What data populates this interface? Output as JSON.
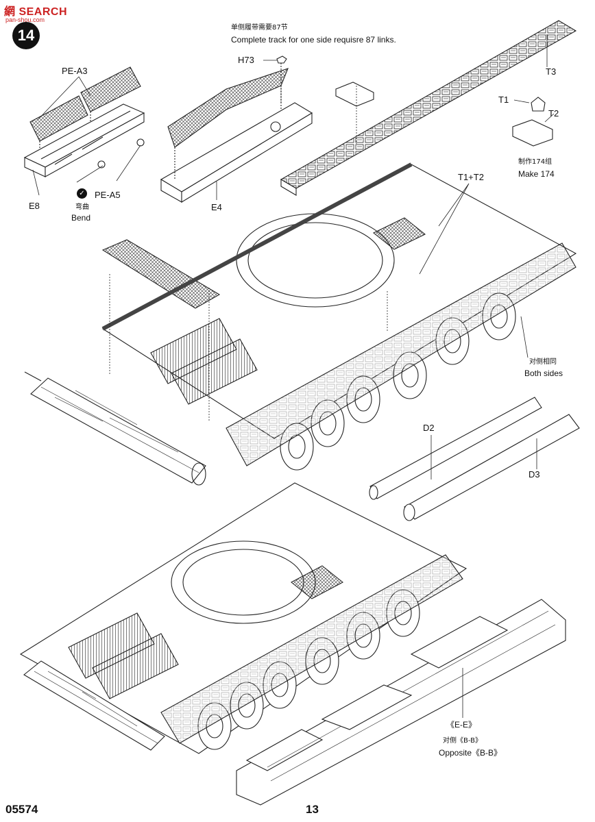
{
  "watermark": {
    "line1": "網 SEARCH",
    "line2": "pan-shou.com"
  },
  "step_number": "14",
  "track_note": {
    "cn": "单侧履带需要87节",
    "en": "Complete track for one side requisre 87 links."
  },
  "parts": {
    "pe_a3": "PE-A3",
    "pe_a5": "PE-A5",
    "e8": "E8",
    "e4": "E4",
    "h73": "H73",
    "t3": "T3",
    "t1": "T1",
    "t2": "T2",
    "t1_t2": "T1+T2",
    "d2": "D2",
    "d3": "D3"
  },
  "bend_note": {
    "cn": "弯曲",
    "en": "Bend"
  },
  "make_note": {
    "cn": "制作174组",
    "en": "Make 174"
  },
  "both_sides_note": {
    "cn": "对侧相同",
    "en": "Both sides"
  },
  "opposite_note": {
    "ee": "《E-E》",
    "cn": "对侧《B-B》",
    "en": "Opposite《B-B》"
  },
  "footer": {
    "code": "05574",
    "page": "13"
  }
}
